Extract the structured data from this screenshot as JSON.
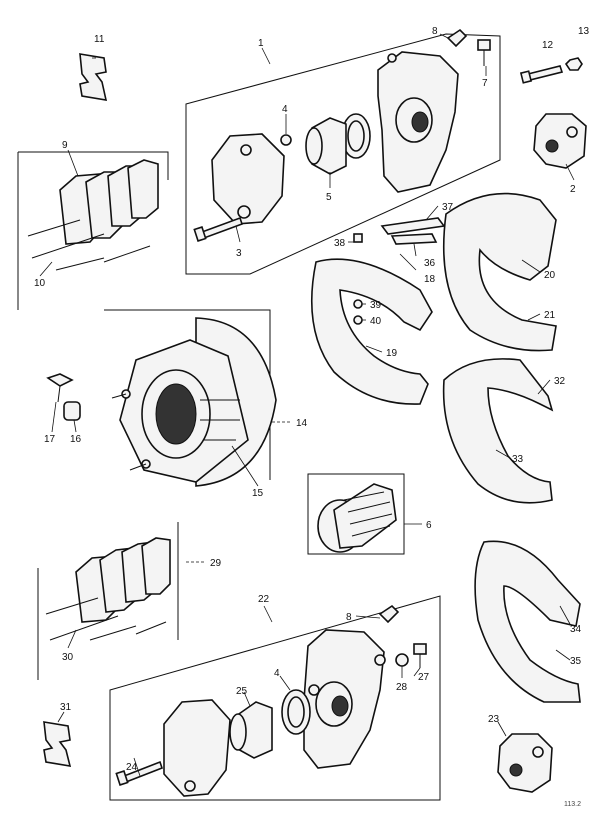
{
  "callouts": {
    "c1": "1",
    "c2": "2",
    "c3": "3",
    "c4a": "4",
    "c4b": "4",
    "c5": "5",
    "c6": "6",
    "c7": "7",
    "c8a": "8",
    "c8b": "8",
    "c9": "9",
    "c10": "10",
    "c11": "11",
    "c12": "12",
    "c13": "13",
    "c14": "14",
    "c15": "15",
    "c16": "16",
    "c17": "17",
    "c18": "18",
    "c19": "19",
    "c20": "20",
    "c21": "21",
    "c22": "22",
    "c23": "23",
    "c24": "24",
    "c25": "25",
    "c27": "27",
    "c28": "28",
    "c29": "29",
    "c30": "30",
    "c31": "31",
    "c32": "32",
    "c33": "33",
    "c34": "34",
    "c35": "35",
    "c36": "36",
    "c37": "37",
    "c38": "38",
    "c39": "39",
    "c40": "40"
  },
  "figure_ref": "113.2"
}
